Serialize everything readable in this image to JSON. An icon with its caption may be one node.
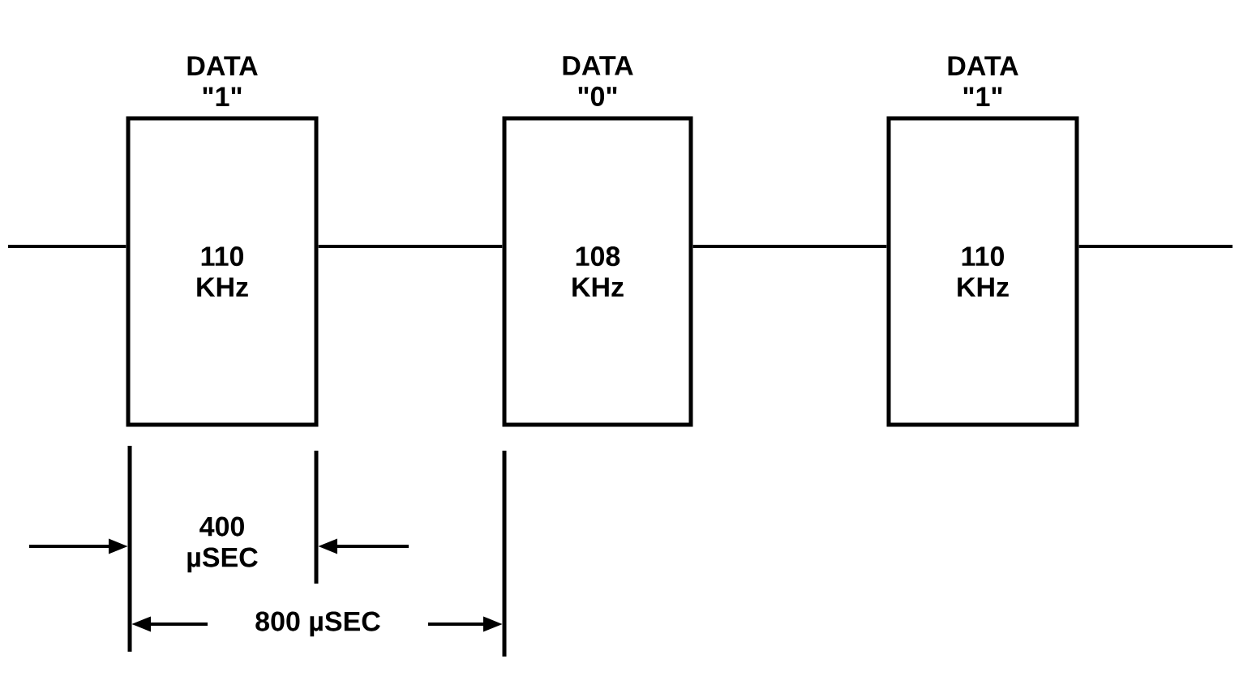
{
  "diagram": {
    "nodes": [
      {
        "text": [
          "DATA \"1\"",
          "110 KHz"
        ]
      },
      {
        "text": [
          "DATA \"0\"",
          "108 KHz"
        ]
      },
      {
        "text": [
          "DATA \"1\"",
          "110 KHz"
        ]
      }
    ],
    "edges": [
      {
        "from": null,
        "to": 0,
        "arrow": "none"
      },
      {
        "from": 0,
        "to": 1,
        "arrow": "none"
      },
      {
        "from": 1,
        "to": 2,
        "arrow": "none"
      },
      {
        "from": 2,
        "to": null,
        "arrow": "none"
      }
    ],
    "labels": [
      "400 µSEC",
      "800 µSEC"
    ]
  }
}
